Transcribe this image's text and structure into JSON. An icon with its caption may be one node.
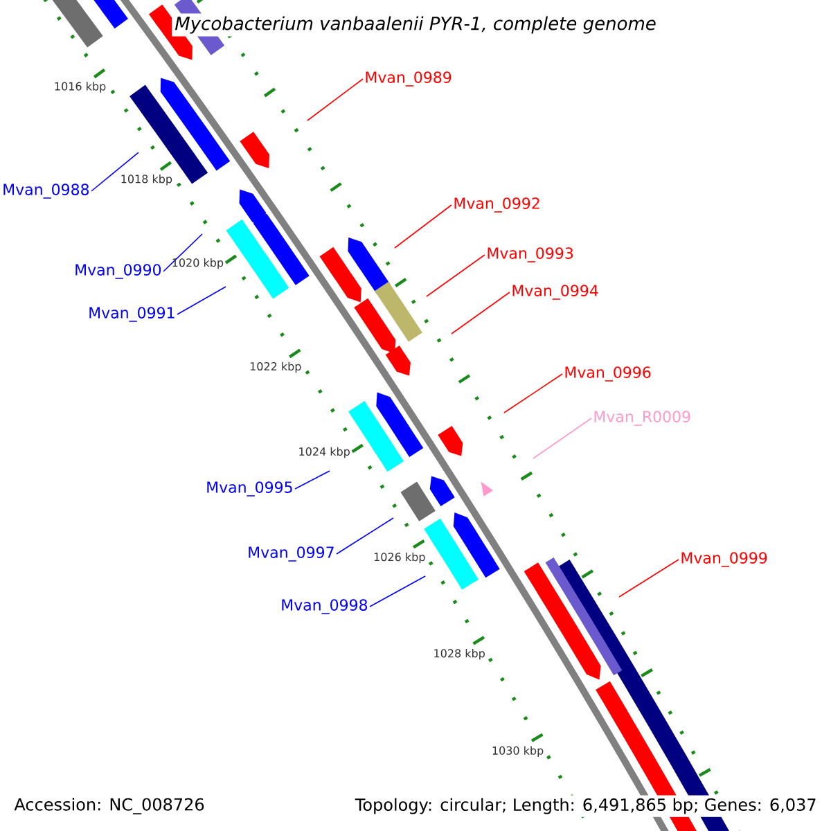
{
  "diagram": {
    "title": "Mycobacterium vanbaalenii PYR-1, complete genome",
    "nodes": [
      {
        "text": [
          "Mvan_0989"
        ]
      },
      {
        "text": [
          "Mvan_0988"
        ]
      },
      {
        "text": [
          "Mvan_0992"
        ]
      },
      {
        "text": [
          "Mvan_0993"
        ]
      },
      {
        "text": [
          "Mvan_0990"
        ]
      },
      {
        "text": [
          "Mvan_0994"
        ]
      },
      {
        "text": [
          "Mvan_0991"
        ]
      },
      {
        "text": [
          "Mvan_0996"
        ]
      },
      {
        "text": [
          "Mvan_R0009"
        ]
      },
      {
        "text": [
          "Mvan_0995"
        ]
      },
      {
        "text": [
          "Mvan_0997"
        ]
      },
      {
        "text": [
          "Mvan_0999"
        ]
      },
      {
        "text": [
          "Mvan_0998"
        ]
      }
    ],
    "edges": [
      {
        "from": 0,
        "to": null,
        "arrow": "none"
      },
      {
        "from": 1,
        "to": null,
        "arrow": "none",
        "color": "#0000ff"
      },
      {
        "from": 2,
        "to": null,
        "arrow": "none"
      },
      {
        "from": 3,
        "to": null,
        "arrow": "none"
      },
      {
        "from": 4,
        "to": null,
        "arrow": "none",
        "color": "#0000ff"
      },
      {
        "from": 5,
        "to": null,
        "arrow": "none"
      },
      {
        "from": 6,
        "to": null,
        "arrow": "none",
        "color": "#0000ff"
      },
      {
        "from": 7,
        "to": null,
        "arrow": "none"
      },
      {
        "from": 8,
        "to": null,
        "arrow": "none",
        "color": "#ff99cc"
      },
      {
        "from": 9,
        "to": null,
        "arrow": "none",
        "color": "#0000ff"
      },
      {
        "from": 10,
        "to": null,
        "arrow": "none",
        "color": "#0000ff"
      },
      {
        "from": 11,
        "to": null,
        "arrow": "none"
      },
      {
        "from": 12,
        "to": null,
        "arrow": "none",
        "color": "#0000ff"
      }
    ],
    "labels": [
      "1016 kbp",
      "1018 kbp",
      "1020 kbp",
      "1022 kbp",
      "1024 kbp",
      "1026 kbp",
      "1028 kbp",
      "1030 kbp",
      "Accession: NC_008726",
      "Topology: circular; Length: 6,491,865 bp; Genes: 6,037"
    ]
  }
}
